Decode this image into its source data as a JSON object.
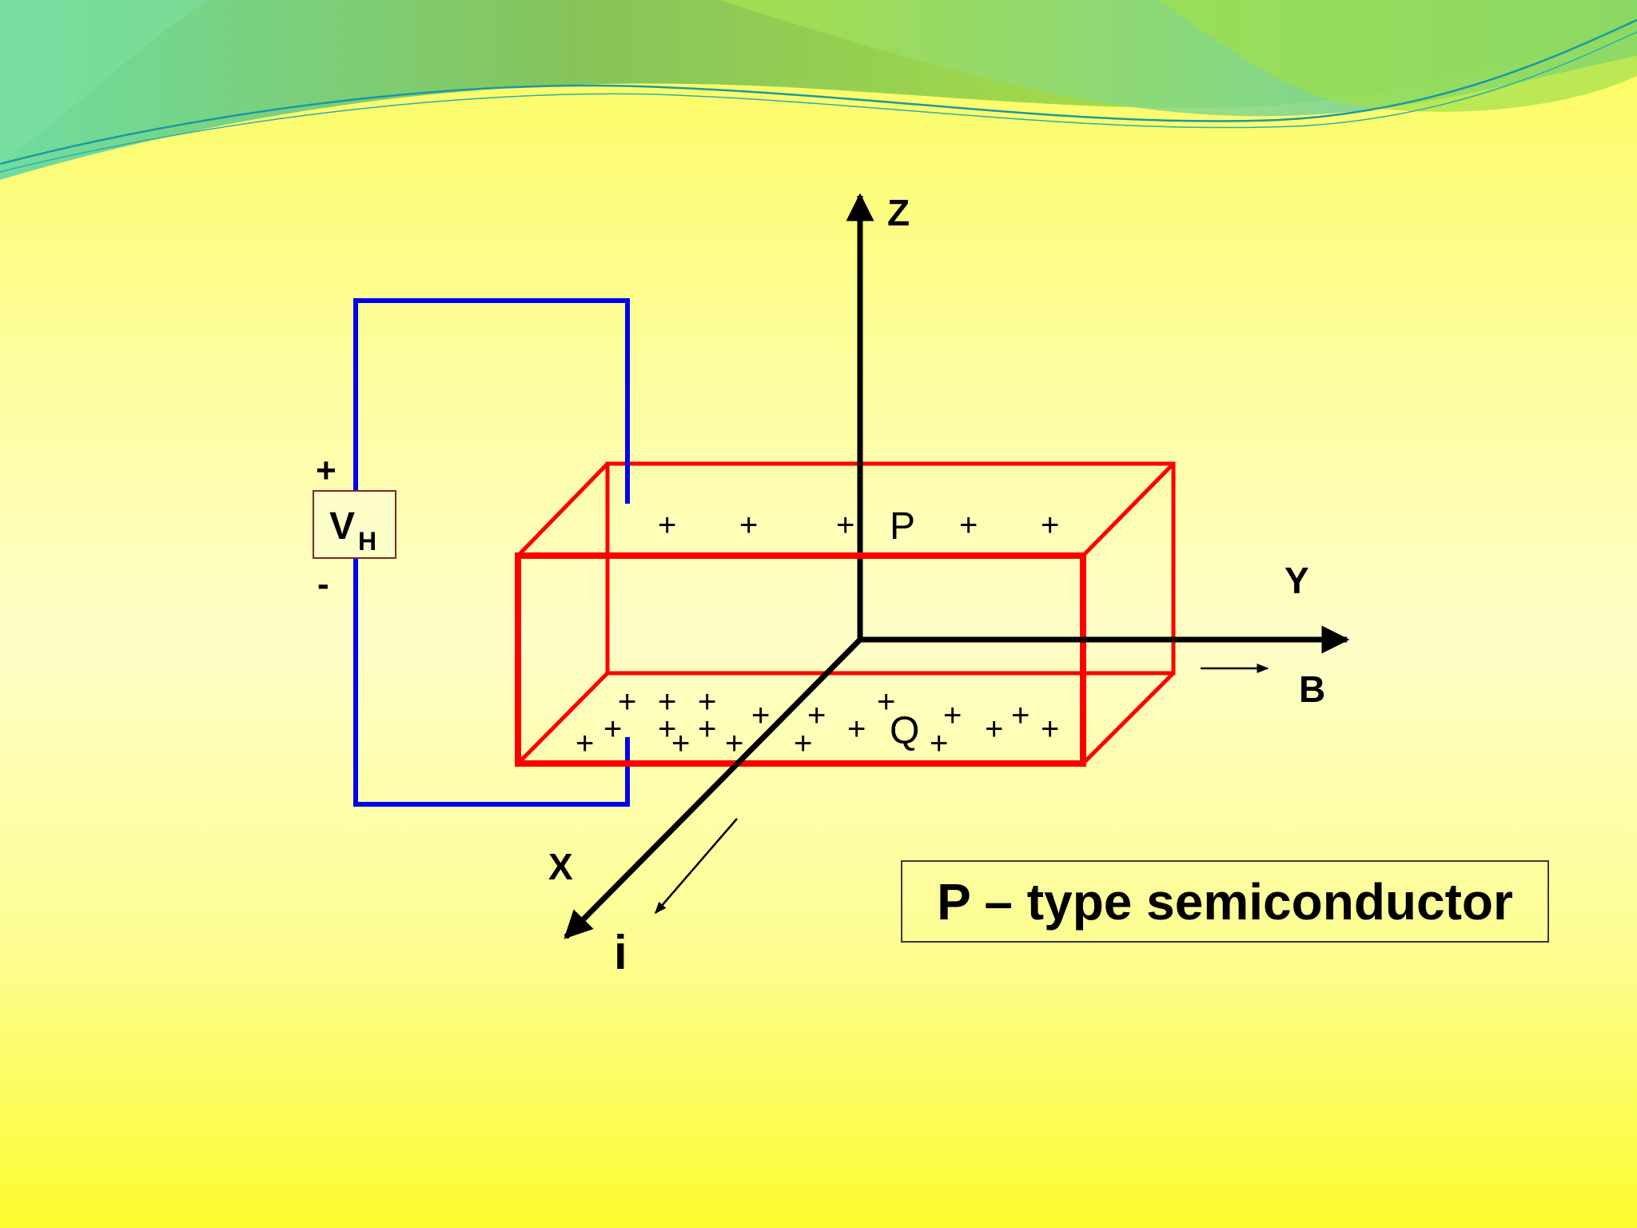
{
  "title": "P – type semiconductor",
  "axes": {
    "z": "Z",
    "y": "Y",
    "x": "X"
  },
  "field_label": "B",
  "current_label": "i",
  "voltmeter": {
    "main": "V",
    "sub": "H",
    "positive": "+",
    "negative": "-"
  },
  "points": {
    "top": "P",
    "bottom": "Q"
  },
  "charge_symbol": "+",
  "colors": {
    "slab": "#ff0000",
    "circuit": "#0000ee",
    "axes": "#000000",
    "voltmeter_border": "#7a2a2a"
  }
}
